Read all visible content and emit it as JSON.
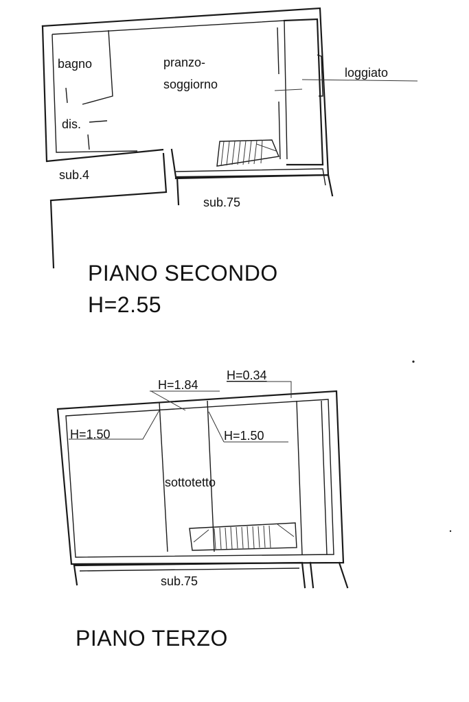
{
  "floor_2": {
    "rooms": {
      "bagno": "bagno",
      "pranzo_1": "pranzo-",
      "pranzo_2": "soggiorno",
      "dis": "dis.",
      "loggiato": "loggiato"
    },
    "adjacent": {
      "sub4": "sub.4",
      "sub75": "sub.75"
    },
    "title": "PIANO SECONDO",
    "height": "H=2.55"
  },
  "floor_3": {
    "heights": {
      "ridge": "H=1.84",
      "eave_right": "H=0.34",
      "left": "H=1.50",
      "right": "H=1.50"
    },
    "room": "sottotetto",
    "adjacent": {
      "sub75": "sub.75"
    },
    "title": "PIANO TERZO"
  }
}
